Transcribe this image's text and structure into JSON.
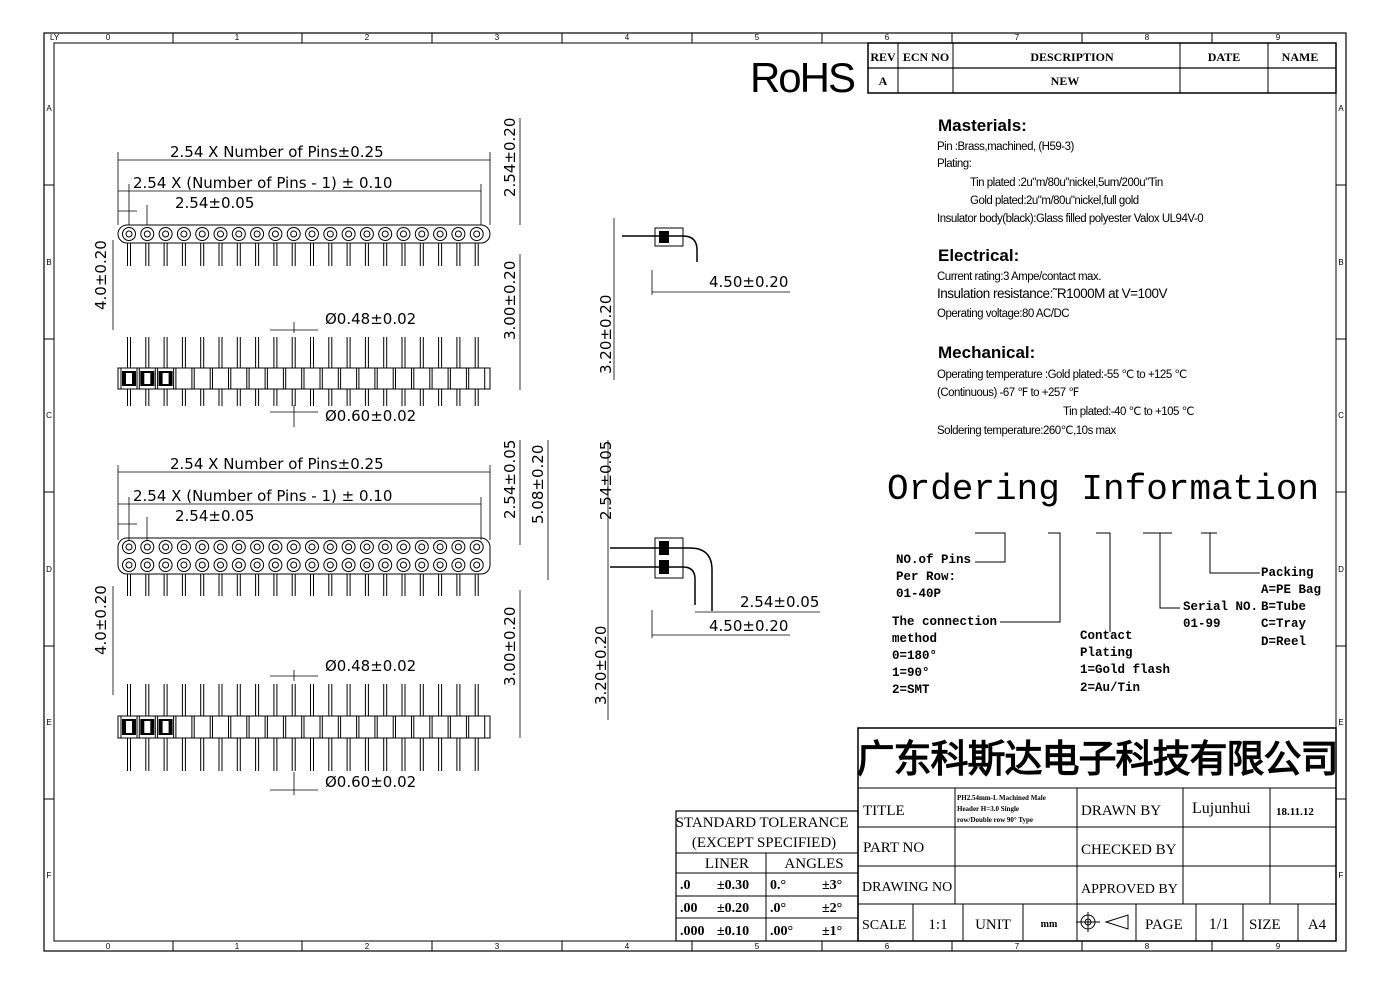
{
  "frame": {
    "corner_label": "LY",
    "col_labels": [
      "0",
      "1",
      "2",
      "3",
      "4",
      "5",
      "6",
      "7",
      "8",
      "9"
    ],
    "row_labels": [
      "A",
      "B",
      "C",
      "D",
      "E",
      "F"
    ]
  },
  "revision_table": {
    "headers": [
      "REV",
      "ECN NO",
      "DESCRIPTION",
      "DATE",
      "NAME"
    ],
    "row": [
      "A",
      "",
      "NEW",
      "",
      ""
    ]
  },
  "rohs": "RoHS",
  "materials": {
    "title": "Masterials:",
    "lines": [
      "Pin :Brass,machined, (H59-3)",
      "Plating:",
      "Tin plated :2u\"m/80u\"nickel,5um/200u\"Tin",
      "Gold plated:2u\"m/80u\"nickel,full gold",
      "Insulator body(black):Glass filled polyester Valox UL94V-0"
    ]
  },
  "electrical": {
    "title": "Electrical:",
    "lines": [
      "Current rating:3 Ampe/contact max.",
      "Insulation resistance:˜R1000M at V=100V",
      "Operating voltage:80 AC/DC"
    ]
  },
  "mechanical": {
    "title": "Mechanical:",
    "lines": [
      "Operating temperature :Gold plated:-55  ℃ to +125  ℃",
      "(Continuous)  -67 ℉ to +257  ℉",
      "Tin plated:-40 ℃ to +105  ℃",
      "Soldering temperature:260℃,10s max"
    ]
  },
  "ordering": {
    "title": "Ordering Information",
    "pins": [
      "NO.of Pins",
      "Per Row:",
      "01-40P"
    ],
    "connection": [
      "The connection",
      "method",
      "0=180°",
      "1=90°",
      "2=SMT"
    ],
    "plating": [
      "Contact",
      "Plating",
      "1=Gold flash",
      "2=Au/Tin"
    ],
    "serial": [
      "Serial NO.",
      "01-99"
    ],
    "packing": [
      "Packing",
      "A=PE Bag",
      "B=Tube",
      "C=Tray",
      "D=Reel"
    ]
  },
  "dims": {
    "len_total": "2.54 X Number of Pins±0.25",
    "len_pitch_sum": "2.54 X (Number of Pins - 1) ± 0.10",
    "pitch": "2.54±0.05",
    "height_top": "2.54±0.20",
    "tail": "4.0±0.20",
    "pin_dia_small": "Ø0.48±0.02",
    "pin_dia_large": "Ø0.60±0.02",
    "body_h": "3.00±0.20",
    "side_offset": "4.50±0.20",
    "side_height": "3.20±0.20",
    "row_pitch": "2.54±0.05",
    "double_height": "5.08±0.20"
  },
  "title_block": {
    "company": "广东科斯达电子科技有限公司",
    "title_label": "TITLE",
    "title_text": [
      "PH2.54mm-L Machined Male",
      "Header H=3.0 Single",
      "row/Double row 90° Type"
    ],
    "drawn_by_label": "DRAWN BY",
    "drawn_by": "Lujunhui",
    "date": "18.11.12",
    "part_no_label": "PART NO",
    "checked_by_label": "CHECKED BY",
    "drawing_no_label": "DRAWING NO",
    "approved_by_label": "APPROVED BY",
    "scale_label": "SCALE",
    "scale": "1:1",
    "unit_label": "UNIT",
    "unit": "mm",
    "page_label": "PAGE",
    "page": "1/1",
    "size_label": "SIZE",
    "size": "A4"
  },
  "tolerance": {
    "title1": "STANDARD TOLERANCE",
    "title2": "(EXCEPT  SPECIFIED)",
    "liner": "LINER",
    "angles": "ANGLES",
    "rows": [
      [
        ".0",
        "±0.30",
        "0.°",
        "±3°"
      ],
      [
        ".00",
        "±0.20",
        ".0°",
        "±2°"
      ],
      [
        ".000",
        "±0.10",
        ".00°",
        "±1°"
      ]
    ]
  }
}
